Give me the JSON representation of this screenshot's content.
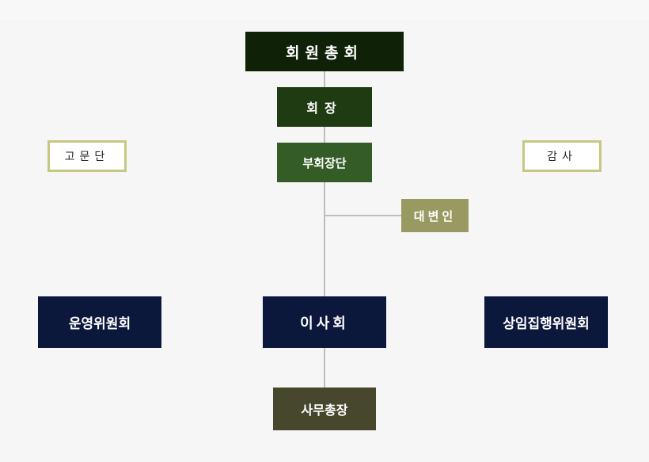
{
  "org": {
    "general_assembly": "회원총회",
    "president": "회장",
    "vice_presidents": "부회장단",
    "representative": "대변인",
    "advisory_group": "고문단",
    "auditor": "감사",
    "operations_committee": "운영위원회",
    "board_of_directors": "이사회",
    "standing_executive_committee": "상임집행위원회",
    "secretary_general": "사무총장"
  },
  "colors": {
    "general_assembly": "#0f2208",
    "president": "#1f3b12",
    "vice_presidents": "#345c26",
    "representative": "#989a62",
    "outline_border": "#c7c781",
    "committee_navy": "#0b183c",
    "secretary_general": "#47472e",
    "connector": "#bdbdbd",
    "background": "#f6f6f6"
  }
}
